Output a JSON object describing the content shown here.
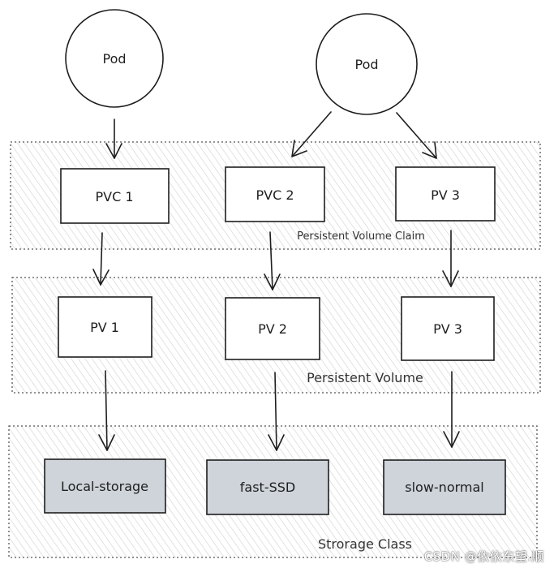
{
  "pods": [
    {
      "label": "Pod"
    },
    {
      "label": "Pod"
    }
  ],
  "groups": {
    "pvc": {
      "label": "Persistent Volume Claim"
    },
    "pv": {
      "label": "Persistent Volume"
    },
    "sc": {
      "label": "Strorage Class"
    }
  },
  "pvc_boxes": [
    {
      "label": "PVC 1"
    },
    {
      "label": "PVC 2"
    },
    {
      "label": "PV 3"
    }
  ],
  "pv_boxes": [
    {
      "label": "PV 1"
    },
    {
      "label": "PV 2"
    },
    {
      "label": "PV 3"
    }
  ],
  "storage_classes": [
    {
      "label": "Local-storage"
    },
    {
      "label": "fast-SSD"
    },
    {
      "label": "slow-normal"
    }
  ],
  "colors": {
    "stroke": "#1e1e1e",
    "group_dash": "#555555",
    "hatch": "#d9d9d9",
    "storage_fill": "#ced4da"
  },
  "watermark": "CSDN @依依东望.顺"
}
